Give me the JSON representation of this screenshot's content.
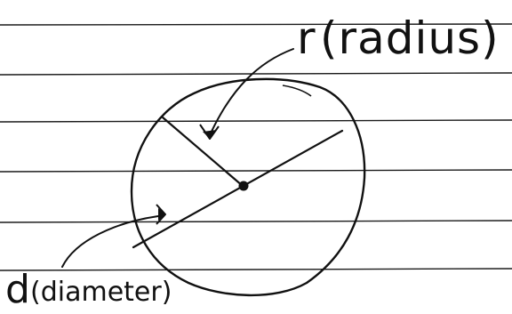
{
  "colors": {
    "paper": "#ffffff",
    "rule_line": "#1a1a1a",
    "ink": "#111111"
  },
  "labels": {
    "radius_letter": "r",
    "radius_word": "(radius)",
    "diameter_letter": "d",
    "diameter_word": "(diameter)"
  }
}
